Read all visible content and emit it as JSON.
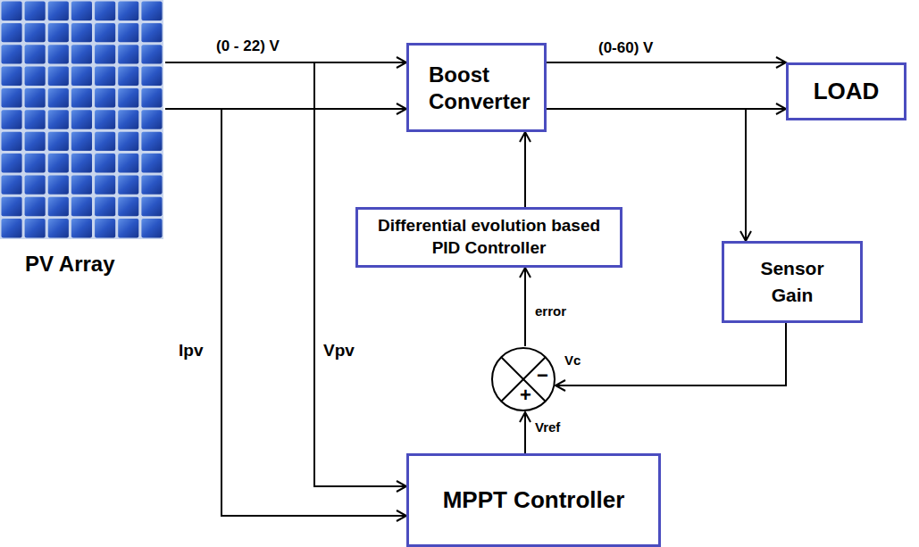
{
  "diagram": {
    "nodes": [
      {
        "text": [
          "PV Array"
        ]
      },
      {
        "text": [
          "Boost Converter"
        ]
      },
      {
        "text": [
          "LOAD"
        ]
      },
      {
        "text": [
          "Differential evolution based PID Controller"
        ]
      },
      {
        "text": [
          "Sensor Gain"
        ]
      },
      {
        "text": [
          "−",
          "+"
        ]
      },
      {
        "text": [
          "MPPT Controller"
        ]
      }
    ],
    "edges": [
      {
        "from": 0,
        "to": 1,
        "label": "(0 - 22) V",
        "arrow": "to"
      },
      {
        "from": 0,
        "to": 1,
        "arrow": "to"
      },
      {
        "from": 1,
        "to": 2,
        "label": "(0-60) V",
        "arrow": "to"
      },
      {
        "from": 1,
        "to": 2,
        "arrow": "to"
      },
      {
        "from": 1,
        "to": 4,
        "arrow": "to"
      },
      {
        "from": 3,
        "to": 1,
        "arrow": "to"
      },
      {
        "from": 5,
        "to": 3,
        "label": "error",
        "arrow": "to"
      },
      {
        "from": 4,
        "to": 5,
        "label": "Vc",
        "arrow": "to"
      },
      {
        "from": 6,
        "to": 5,
        "label": "Vref",
        "arrow": "to"
      },
      {
        "from": 0,
        "to": 6,
        "label": "Vpv",
        "arrow": "to"
      },
      {
        "from": 0,
        "to": 6,
        "label": "Ipv",
        "arrow": "to"
      }
    ]
  }
}
